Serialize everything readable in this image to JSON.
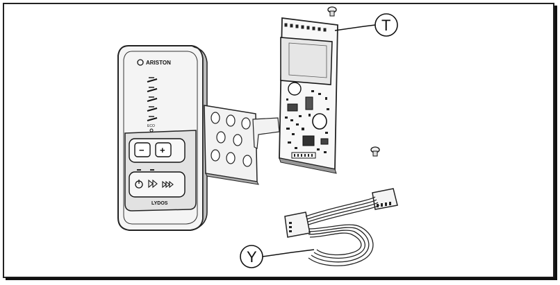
{
  "callouts": {
    "board_label": "T",
    "cable_label": "Y"
  },
  "remote": {
    "brand": "ARISTON",
    "model": "LYDOS",
    "eco_label": "ECO",
    "minus_label": "−",
    "plus_label": "+",
    "power_icon": "power-icon",
    "forward_icon": "fast-forward-icon",
    "double_forward_icon": "triple-forward-icon"
  }
}
